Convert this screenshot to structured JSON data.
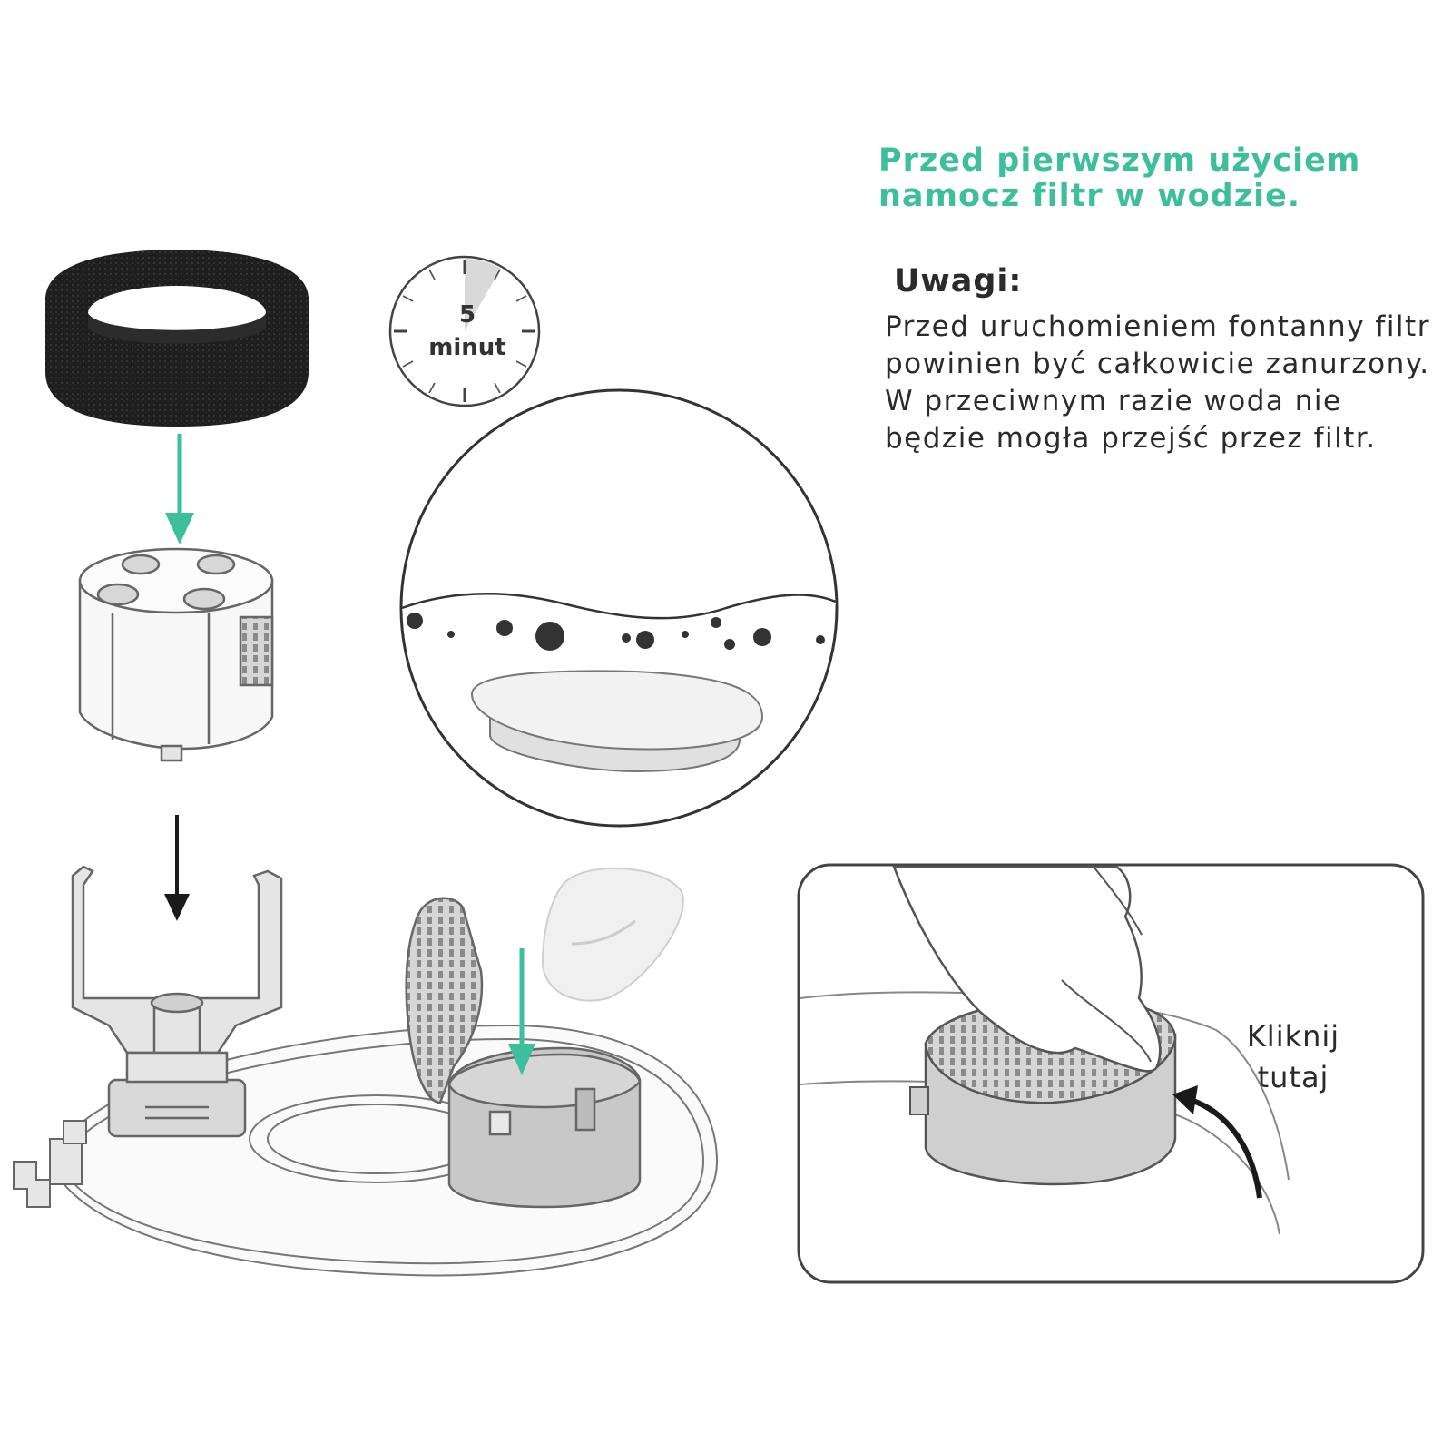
{
  "heading": {
    "line1": "Przed pierwszym użyciem",
    "line2": "namocz filtr w wodzie."
  },
  "notes": {
    "title": "Uwagi:",
    "lines": [
      "Przed uruchomieniem fontanny filtr",
      "powinien być całkowicie zanurzony.",
      "W przeciwnym razie woda nie",
      "będzie mogła przejść przez filtr."
    ]
  },
  "timer": {
    "value": "5",
    "unit": "minut"
  },
  "click_hint": {
    "line1": "Kliknij",
    "line2": "tutaj"
  },
  "colors": {
    "accent": "#3dbf9c",
    "text": "#2b2b2b",
    "outline": "#555555",
    "sponge": "#222222"
  },
  "icons": [
    "stopwatch-icon",
    "down-arrow-icon",
    "curved-arrow-icon"
  ]
}
